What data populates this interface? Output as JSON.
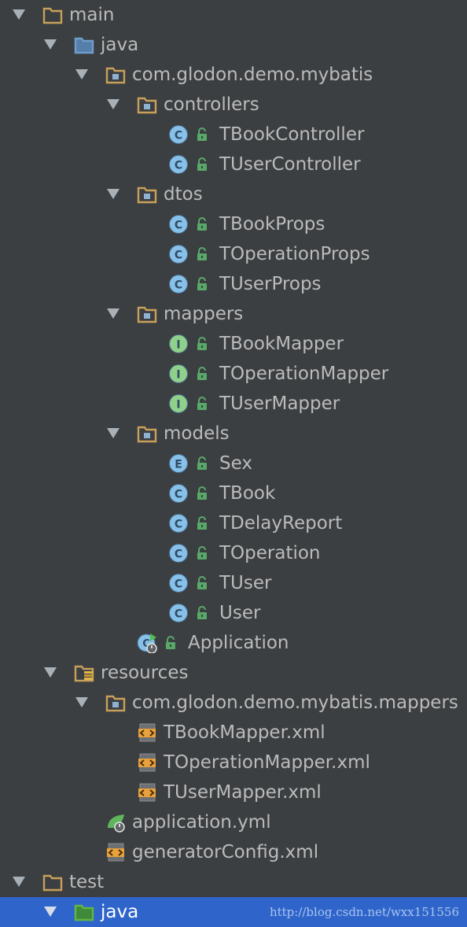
{
  "project_tree": {
    "rows": [
      {
        "label": "main",
        "icon": "folder-icon",
        "expanded": true
      },
      {
        "label": "java",
        "icon": "source-folder-icon",
        "expanded": true
      },
      {
        "label": "com.glodon.demo.mybatis",
        "icon": "package-icon",
        "expanded": true
      },
      {
        "label": "controllers",
        "icon": "package-icon",
        "expanded": true
      },
      {
        "label": "TBookController",
        "icon": "class-icon",
        "badge": "C",
        "lock": true
      },
      {
        "label": "TUserController",
        "icon": "class-icon",
        "badge": "C",
        "lock": true
      },
      {
        "label": "dtos",
        "icon": "package-icon",
        "expanded": true
      },
      {
        "label": "TBookProps",
        "icon": "class-icon",
        "badge": "C",
        "lock": true
      },
      {
        "label": "TOperationProps",
        "icon": "class-icon",
        "badge": "C",
        "lock": true
      },
      {
        "label": "TUserProps",
        "icon": "class-icon",
        "badge": "C",
        "lock": true
      },
      {
        "label": "mappers",
        "icon": "package-icon",
        "expanded": true
      },
      {
        "label": "TBookMapper",
        "icon": "interface-icon",
        "badge": "I",
        "lock": true
      },
      {
        "label": "TOperationMapper",
        "icon": "interface-icon",
        "badge": "I",
        "lock": true
      },
      {
        "label": "TUserMapper",
        "icon": "interface-icon",
        "badge": "I",
        "lock": true
      },
      {
        "label": "models",
        "icon": "package-icon",
        "expanded": true
      },
      {
        "label": "Sex",
        "icon": "enum-icon",
        "badge": "E",
        "lock": true
      },
      {
        "label": "TBook",
        "icon": "class-icon",
        "badge": "C",
        "lock": true
      },
      {
        "label": "TDelayReport",
        "icon": "class-icon",
        "badge": "C",
        "lock": true
      },
      {
        "label": "TOperation",
        "icon": "class-icon",
        "badge": "C",
        "lock": true
      },
      {
        "label": "TUser",
        "icon": "class-icon",
        "badge": "C",
        "lock": true
      },
      {
        "label": "User",
        "icon": "class-icon",
        "badge": "C",
        "lock": true
      },
      {
        "label": "Application",
        "icon": "spring-boot-app-icon",
        "badge": "C",
        "lock": true
      },
      {
        "label": "resources",
        "icon": "resources-folder-icon",
        "expanded": true
      },
      {
        "label": "com.glodon.demo.mybatis.mappers",
        "icon": "package-icon",
        "expanded": true
      },
      {
        "label": "TBookMapper.xml",
        "icon": "xml-file-icon"
      },
      {
        "label": "TOperationMapper.xml",
        "icon": "xml-file-icon"
      },
      {
        "label": "TUserMapper.xml",
        "icon": "xml-file-icon"
      },
      {
        "label": "application.yml",
        "icon": "spring-config-icon"
      },
      {
        "label": "generatorConfig.xml",
        "icon": "xml-file-icon"
      },
      {
        "label": "test",
        "icon": "folder-icon",
        "expanded": true
      },
      {
        "label": "java",
        "icon": "test-source-folder-icon",
        "expanded": true,
        "selected": true
      }
    ]
  },
  "watermark": "http://blog.csdn.net/wxx151556",
  "colors": {
    "background": "#3c3f41",
    "selection": "#2f65ca",
    "text": "#bbbbbb",
    "folder": "#c8a05a",
    "source_folder": "#6e9ecf",
    "test_folder": "#62b543",
    "class_badge": "#87c1ea",
    "interface_badge": "#8fd18b",
    "lock": "#59a869",
    "xml": "#e8a13c"
  }
}
